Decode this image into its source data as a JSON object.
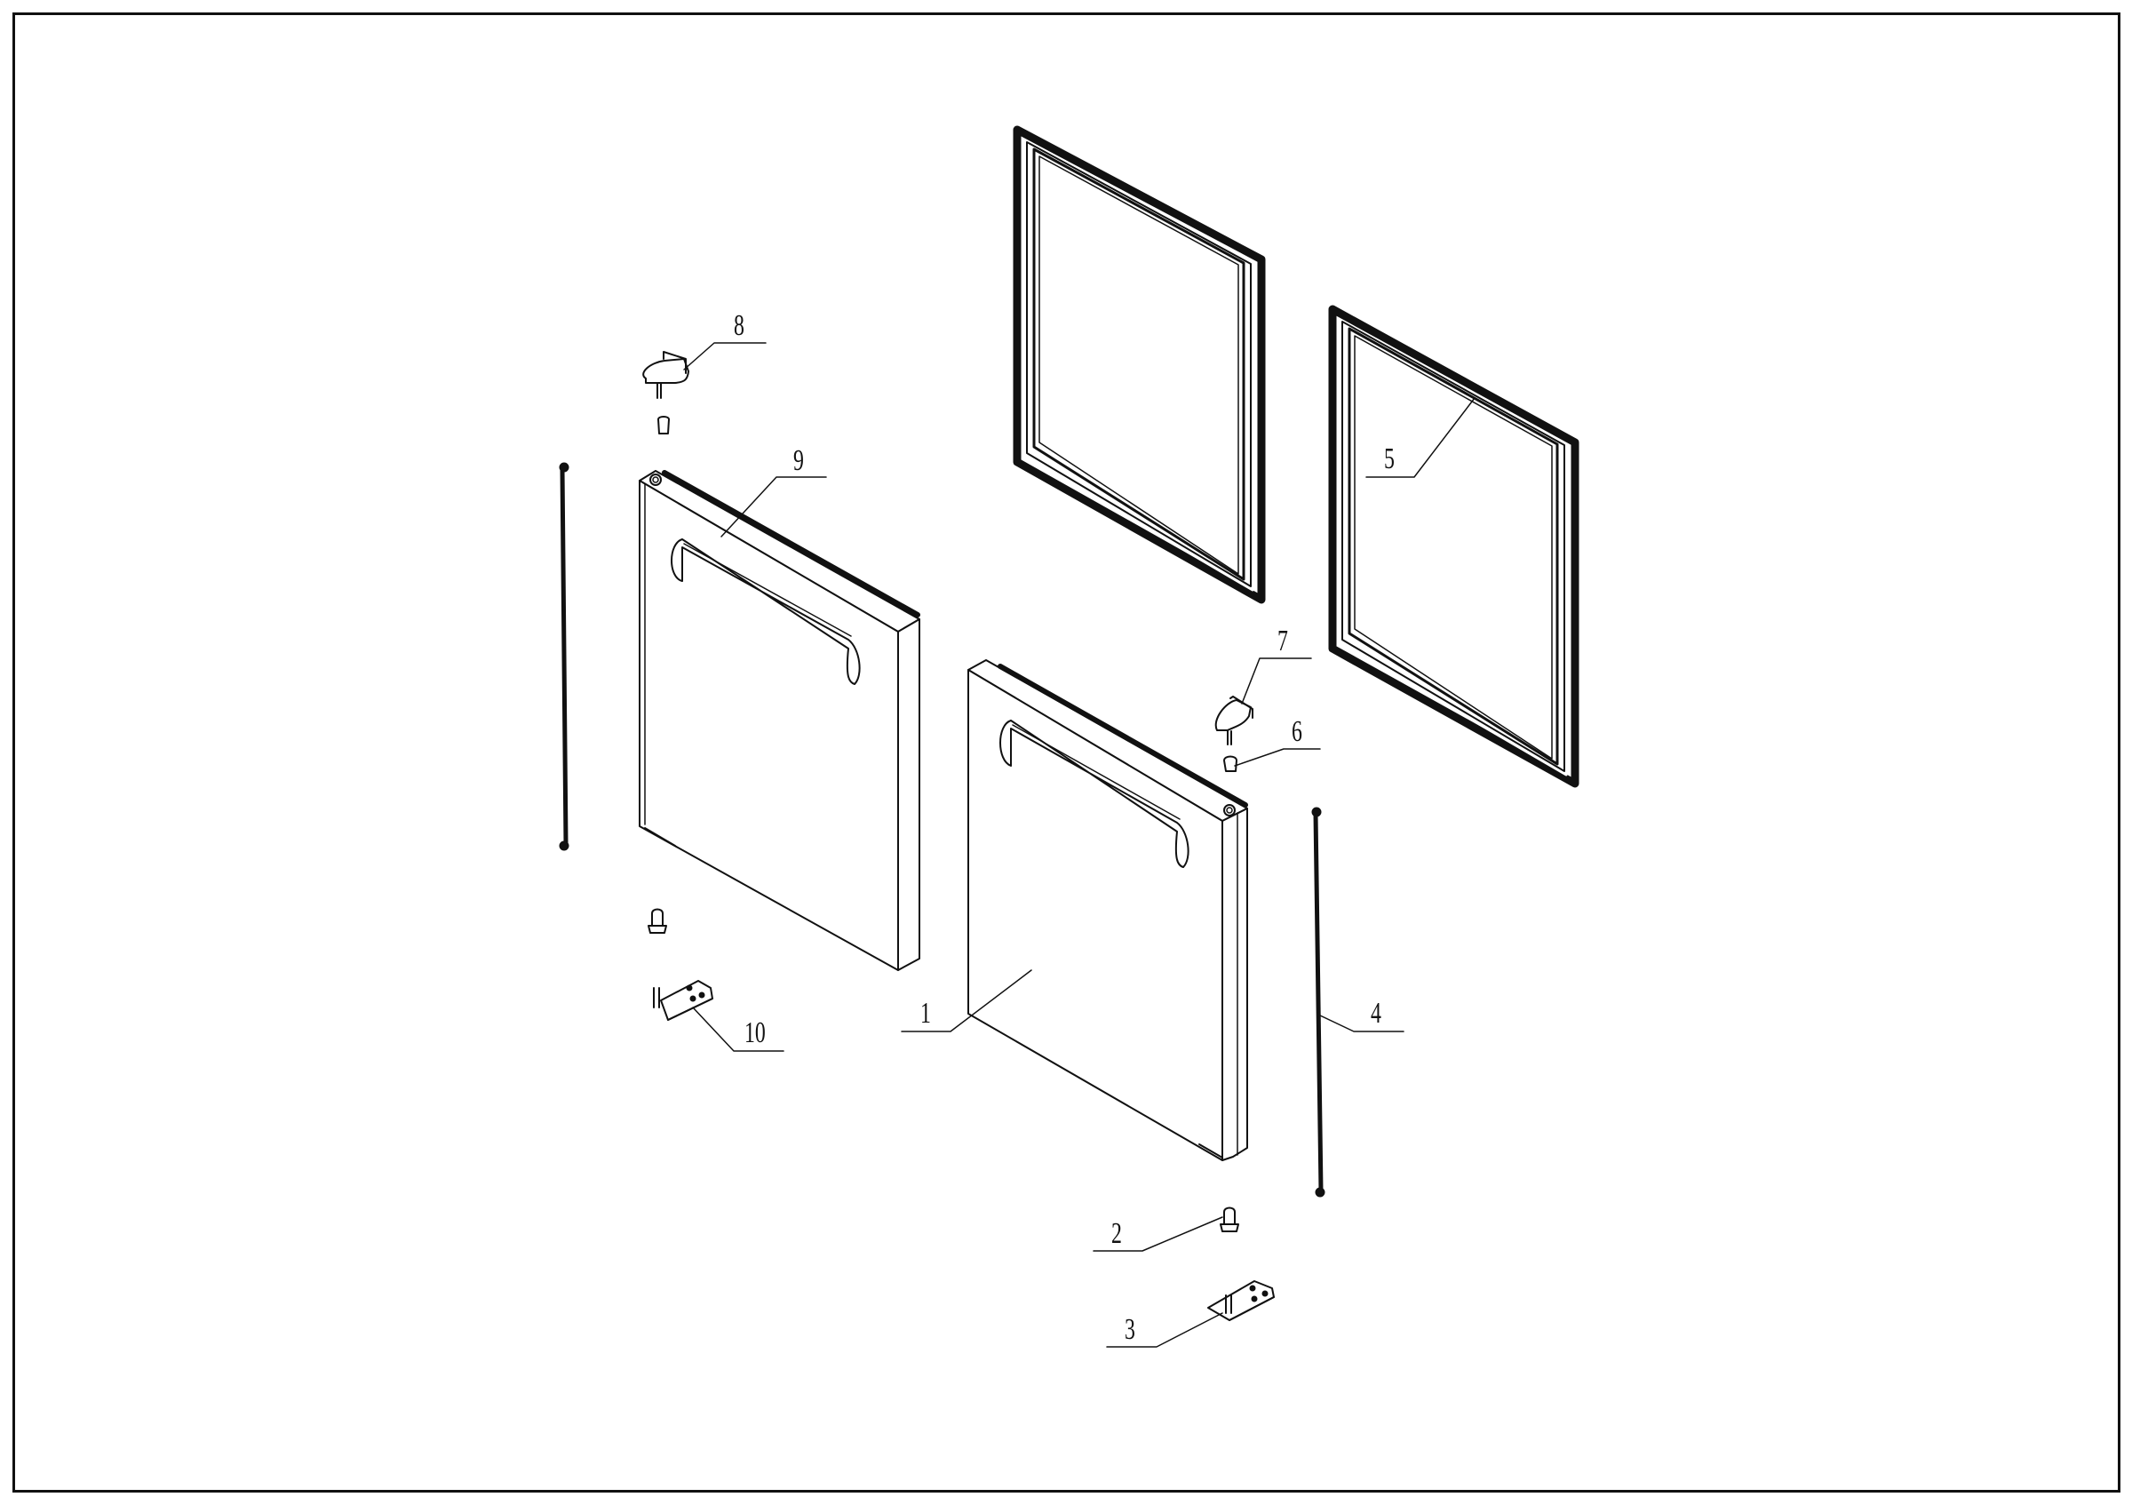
{
  "drawing": {
    "type": "exploded-view parts diagram",
    "subject": "refrigerator door assembly",
    "stroke_color": "#111111",
    "background": "#ffffff"
  },
  "callouts": [
    {
      "id": "1",
      "label": "1",
      "part": "right-door"
    },
    {
      "id": "2",
      "label": "2",
      "part": "lower-hinge-bushing-right"
    },
    {
      "id": "3",
      "label": "3",
      "part": "lower-hinge-right"
    },
    {
      "id": "4",
      "label": "4",
      "part": "door-rod-right"
    },
    {
      "id": "5",
      "label": "5",
      "part": "door-gasket"
    },
    {
      "id": "6",
      "label": "6",
      "part": "upper-hinge-bushing-right"
    },
    {
      "id": "7",
      "label": "7",
      "part": "upper-hinge-right"
    },
    {
      "id": "8",
      "label": "8",
      "part": "upper-hinge-left"
    },
    {
      "id": "9",
      "label": "9",
      "part": "left-door"
    },
    {
      "id": "10",
      "label": "10",
      "part": "lower-hinge-left"
    }
  ]
}
